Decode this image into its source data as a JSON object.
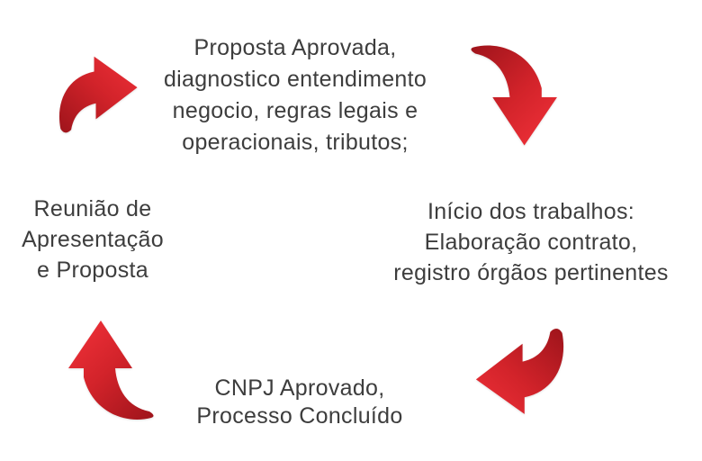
{
  "diagram": {
    "kind": "process-cycle",
    "background_color": "#ffffff",
    "text_color": "#3d3d3d",
    "arrow_gradient": {
      "dark": "#9E141B",
      "mid": "#D2232A",
      "bright": "#EE3038"
    },
    "steps": {
      "top": {
        "lines": [
          "Proposta Aprovada,",
          "diagnostico entendimento",
          "negocio, regras legais e",
          "operacionais, tributos;"
        ]
      },
      "right": {
        "lines": [
          "Início dos trabalhos:",
          "Elaboração contrato,",
          "registro órgãos pertinentes"
        ]
      },
      "bottom": {
        "lines": [
          "CNPJ Aprovado,",
          "Processo Concluído"
        ]
      },
      "left": {
        "lines": [
          "Reunião de",
          "Apresentação",
          "e Proposta"
        ]
      }
    },
    "arrows": [
      {
        "name": "arrow-top-left",
        "direction": "right"
      },
      {
        "name": "arrow-top-right",
        "direction": "down"
      },
      {
        "name": "arrow-bottom-right",
        "direction": "left"
      },
      {
        "name": "arrow-bottom-left",
        "direction": "up"
      }
    ]
  }
}
